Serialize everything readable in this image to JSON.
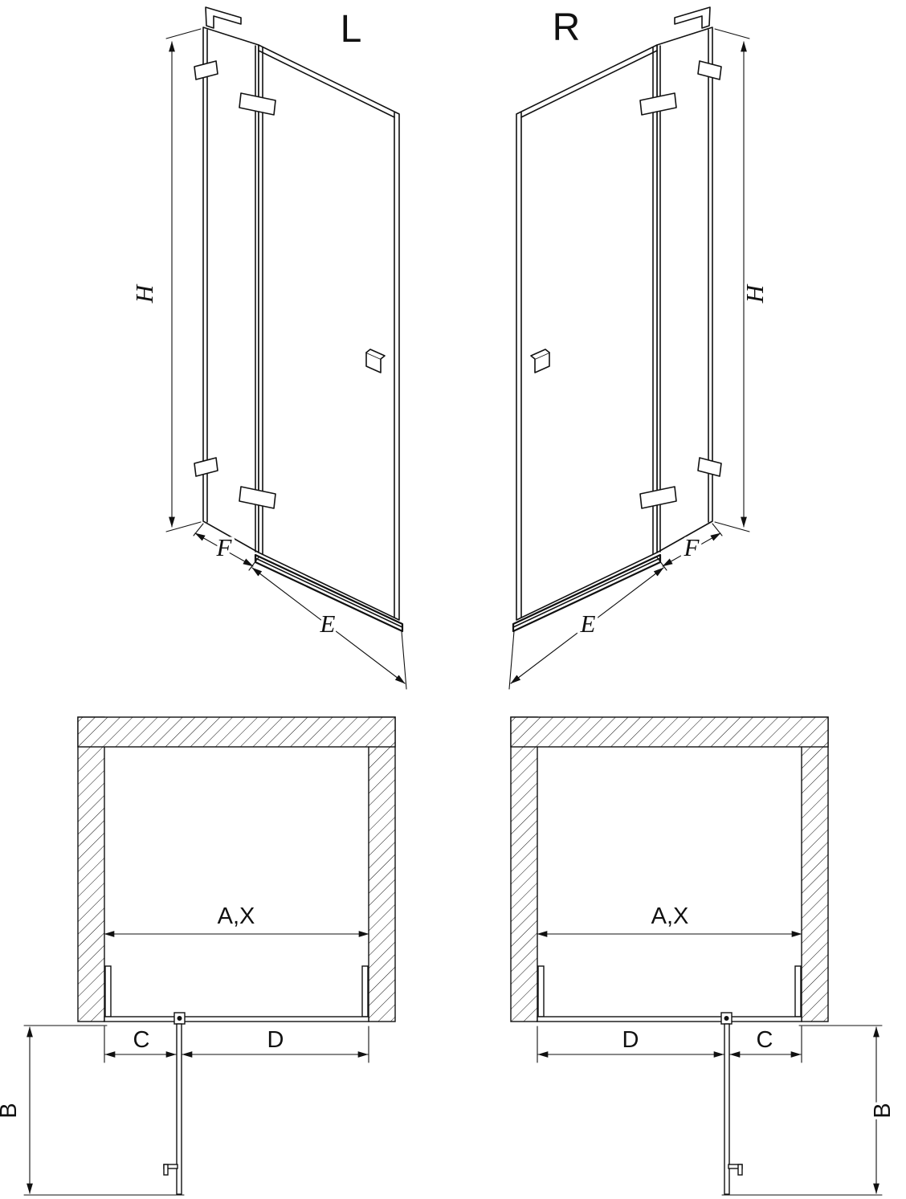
{
  "figure": {
    "variants": {
      "left": "L",
      "right": "R"
    },
    "dims": {
      "h": "H",
      "e": "E",
      "f": "F",
      "ax": "A,X",
      "b": "B",
      "c": "C",
      "d": "D"
    },
    "colors": {
      "line": "#111111",
      "background": "#ffffff"
    }
  }
}
